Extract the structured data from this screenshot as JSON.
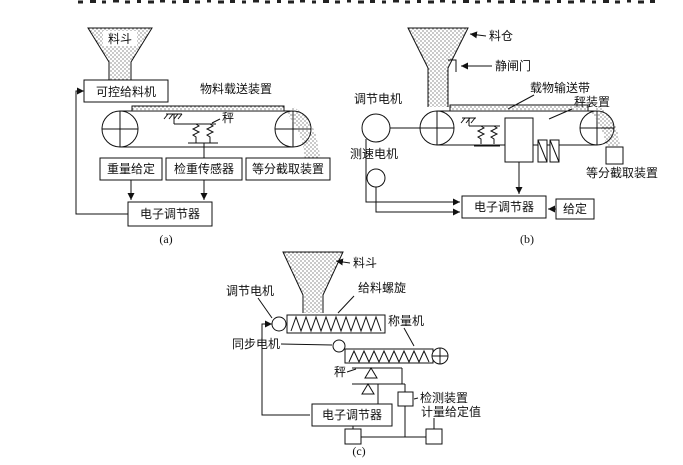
{
  "colors": {
    "ink": "#111111",
    "background": "#ffffff"
  },
  "diagram_a": {
    "hopper": "料斗",
    "feeder": "可控给料机",
    "conveyor_label": "物料载送装置",
    "scale_label": "秤",
    "weight_setting": "重量给定",
    "weight_sensor": "检重传感器",
    "divider": "等分截取装置",
    "regulator": "电子调节器",
    "caption": "(a)"
  },
  "diagram_b": {
    "bin": "料仓",
    "gate": "静闸门",
    "belt_label": "载物输送带",
    "scale_device": "秤装置",
    "adjust_motor": "调节电机",
    "speed_motor": "测速电机",
    "divider": "等分截取装置",
    "regulator": "电子调节器",
    "setpoint": "给定",
    "caption": "(b)"
  },
  "diagram_c": {
    "hopper": "料斗",
    "feed_screw": "给料螺旋",
    "adjust_motor": "调节电机",
    "sync_motor": "同步电机",
    "weigher": "称量机",
    "scale_label": "秤",
    "detector": "检测装置",
    "regulator": "电子调节器",
    "metering_setpoint": "计量给定值",
    "caption": "(c)"
  }
}
